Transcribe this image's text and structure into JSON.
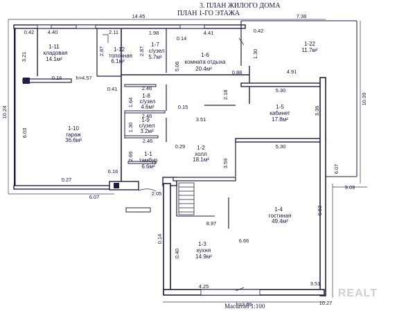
{
  "title": "3. ПЛАН ЖИЛОГО ДОМА",
  "subtitle": "ПЛАН 1-ГО ЭТАЖА",
  "scale": "Масштаб 1:100",
  "watermark": "REALT",
  "rooms": [
    {
      "id": "1-11",
      "name": "кладовая",
      "area": "14.1м²"
    },
    {
      "id": "1-12",
      "name": "топочная",
      "area": "6.1м²"
    },
    {
      "id": "1-7",
      "name": "с/узел",
      "area": "5.7м²"
    },
    {
      "id": "1-6",
      "name": "комната отдыха",
      "area": "20.4м²"
    },
    {
      "id": "1-22",
      "name": "",
      "area": "11.7м²"
    },
    {
      "id": "1-10",
      "name": "гараж",
      "area": "36.6м²"
    },
    {
      "id": "1-8",
      "name": "с/узел",
      "area": "4.6м²"
    },
    {
      "id": "1-9",
      "name": "с/узел",
      "area": "3.2м²"
    },
    {
      "id": "1-5",
      "name": "кабинет",
      "area": "17.8м²"
    },
    {
      "id": "1-1",
      "name": "тамбур",
      "area": "6.6м²"
    },
    {
      "id": "1-2",
      "name": "холл",
      "area": "18.1м²"
    },
    {
      "id": "1-4",
      "name": "гостиная",
      "area": "49.4м²"
    },
    {
      "id": "1-3",
      "name": "кухня",
      "area": "14.9м²"
    }
  ],
  "dimensions": [
    "14.45",
    "7.38",
    "0.42",
    "4.40",
    "2.11",
    "1.98",
    "4.41",
    "0.42",
    "0.14",
    "3.21",
    "2.87",
    "2.87",
    "5.06",
    "1.30",
    "10.24",
    "0.16",
    "h=4.57",
    "0.88",
    "4.91",
    "10.39",
    "0.41",
    "2.46",
    "2.18",
    "5.30",
    "1.64",
    "0.15",
    "3.36",
    "2.46",
    "1.30",
    "3.51",
    "6.03",
    "0.29",
    "5.30",
    "2.69",
    "6.16",
    "3.59",
    "0.27",
    "6.07",
    "9.09",
    "2.05",
    "0.53",
    "8.97",
    "0.14",
    "6.66",
    "0.40",
    "4.25",
    "3.51",
    "h=3.06",
    "10.27",
    "Hо=3.36"
  ]
}
